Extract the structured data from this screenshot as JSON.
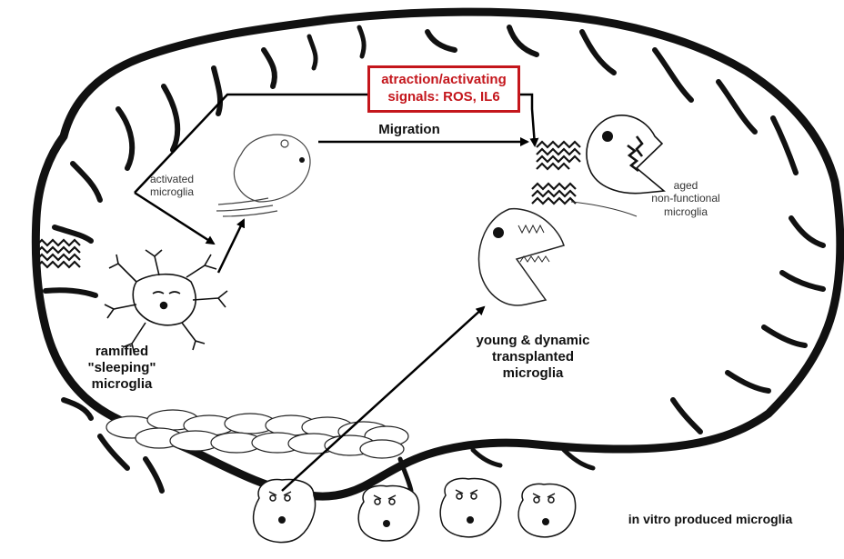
{
  "signal_box": {
    "line1": "atraction/activating",
    "line2": "signals: ROS, IL6",
    "color": "#c4161c"
  },
  "labels": {
    "migration": "Migration",
    "activated": [
      "activated",
      "microglia"
    ],
    "aged": [
      "aged",
      "non-functional",
      "microglia"
    ],
    "ramified": [
      "ramified",
      "\"sleeping\"",
      "microglia"
    ],
    "young": [
      "young & dynamic",
      "transplanted",
      "microglia"
    ],
    "in_vitro": "in vitro produced microglia"
  },
  "icons": [
    "brain-outline",
    "neuron-cell",
    "activated-microglia",
    "aged-microglia",
    "young-microglia",
    "in-vitro-microglia",
    "amyloid-plaque",
    "ventricle-cells"
  ]
}
